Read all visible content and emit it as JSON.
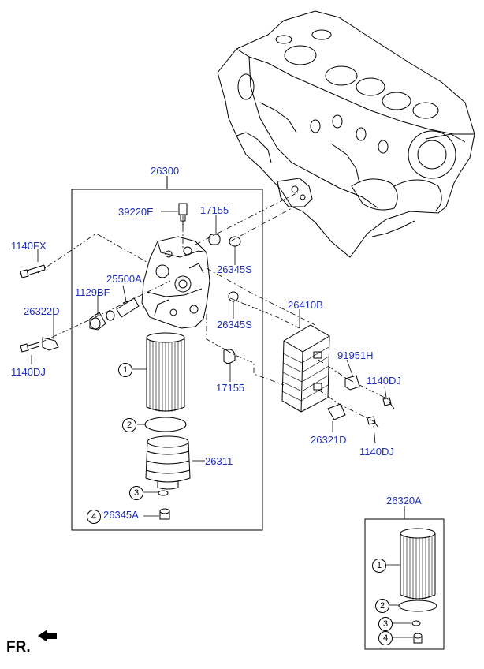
{
  "diagram": {
    "part_labels": {
      "p26300": "26300",
      "p39220E": "39220E",
      "p17155_top": "17155",
      "p1140FX": "1140FX",
      "p26345S_top": "26345S",
      "p25500A": "25500A",
      "p1129BF": "1129BF",
      "p26322D": "26322D",
      "p26345S_mid": "26345S",
      "p26410B": "26410B",
      "p1140DJ_left": "1140DJ",
      "p17155_bot": "17155",
      "p91951H": "91951H",
      "p1140DJ_right1": "1140DJ",
      "p26311": "26311",
      "p26321D": "26321D",
      "p1140DJ_right2": "1140DJ",
      "p26345A": "26345A",
      "p26320A": "26320A"
    },
    "callouts": {
      "main_1": "1",
      "main_2": "2",
      "main_3": "3",
      "main_4": "4",
      "kit_1": "1",
      "kit_2": "2",
      "kit_3": "3",
      "kit_4": "4"
    },
    "direction_label": "FR.",
    "colors": {
      "label": "#1f2fb8",
      "line": "#000000"
    }
  }
}
